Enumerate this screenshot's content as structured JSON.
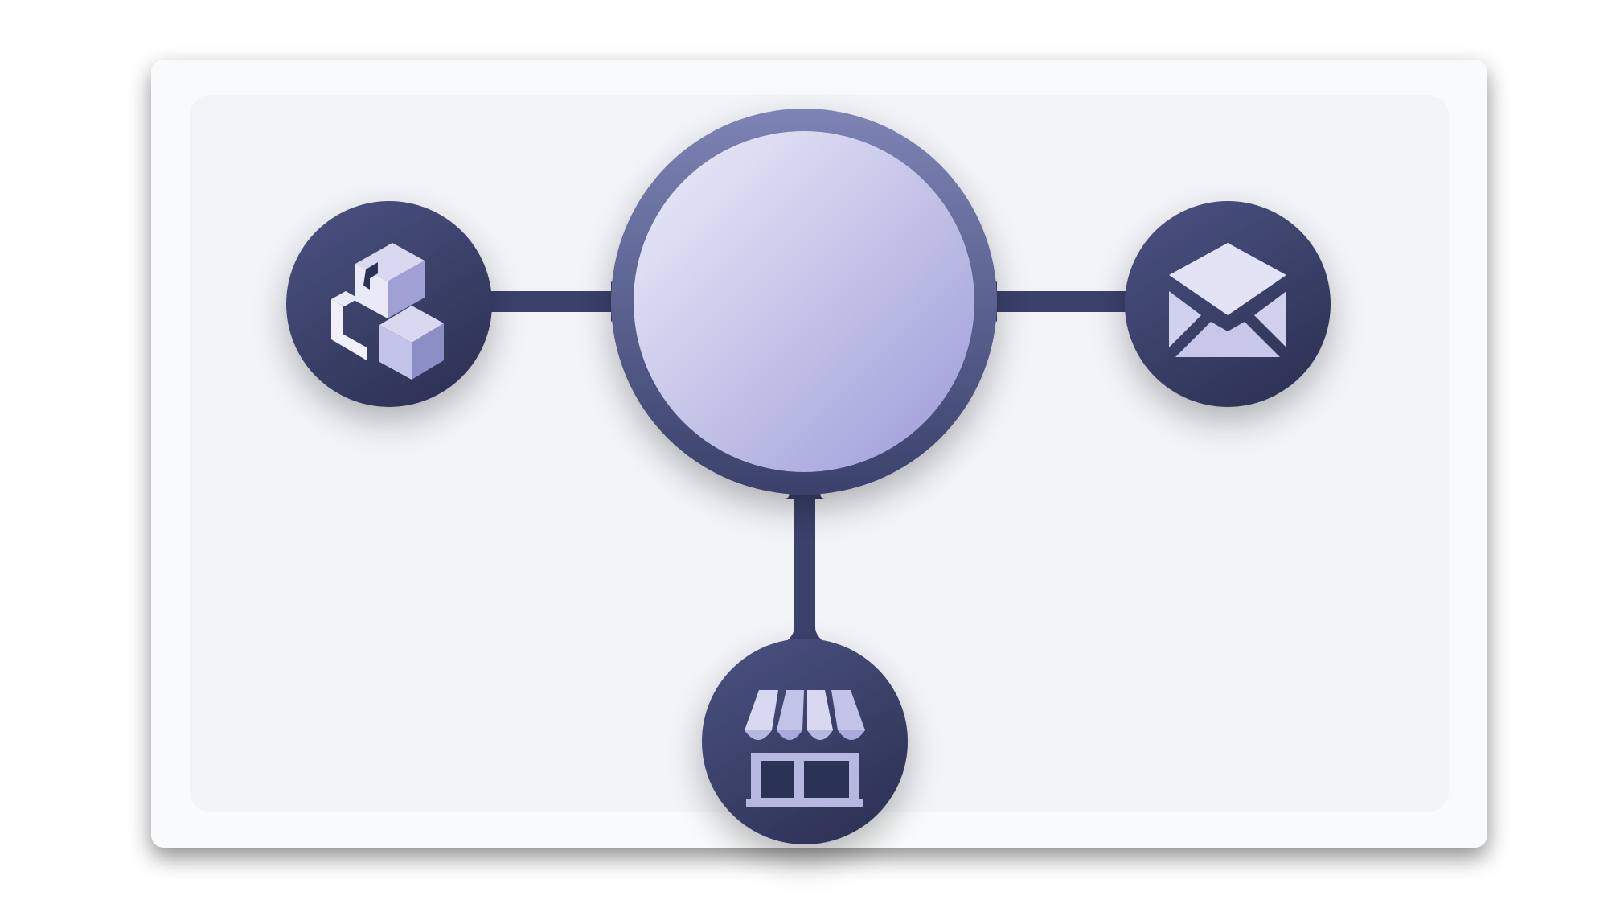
{
  "diagram": {
    "hub": {
      "icon": "blank-circle",
      "fill_top": "#eeeefa",
      "fill_bottom": "#9b9bd8",
      "ring_top": "#7d84b5",
      "ring_bottom": "#3a416b"
    },
    "nodes": [
      {
        "id": "packages",
        "icon": "packages-icon",
        "position_word": "left"
      },
      {
        "id": "mail",
        "icon": "envelope-icon",
        "position_word": "right"
      },
      {
        "id": "store",
        "icon": "storefront-icon",
        "position_word": "bottom"
      }
    ],
    "connections": [
      {
        "from": "hub",
        "to": "packages"
      },
      {
        "from": "hub",
        "to": "mail"
      },
      {
        "from": "hub",
        "to": "store"
      }
    ],
    "colors": {
      "node_dark": "#2c3154",
      "node_light": "#49507e",
      "connector": "#3a416b",
      "icon_light": "#d8d8f0",
      "icon_mid": "#b7b8e2",
      "icon_shade": "#8c8ec6",
      "panel": "#f3f4f8",
      "card": "#f9fafb"
    }
  }
}
